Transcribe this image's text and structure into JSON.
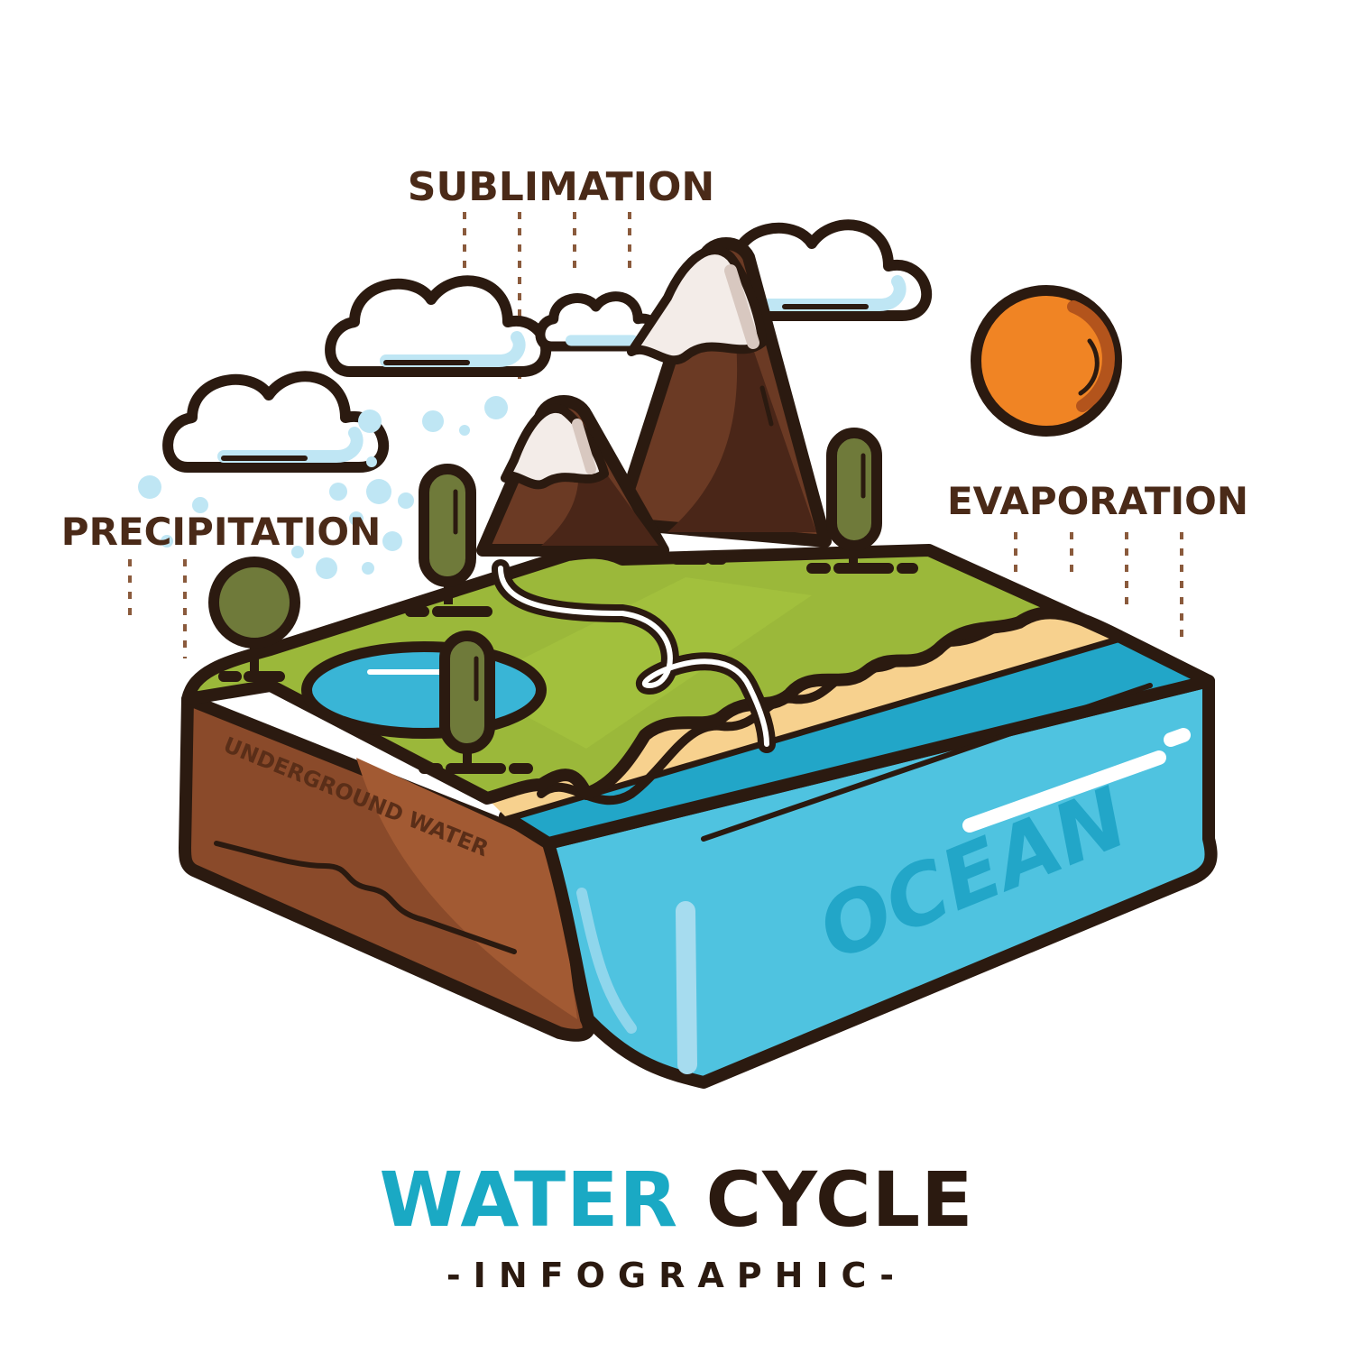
{
  "labels": {
    "sublimation": "SUBLIMATION",
    "precipitation": "PRECIPITATION",
    "evaporation": "EVAPORATION",
    "underground_water": "UNDERGROUND WATER",
    "ocean": "OCEAN"
  },
  "title": {
    "word1": "WATER",
    "word2": "CYCLE",
    "subtitle": "-INFOGRAPHIC-"
  },
  "colors": {
    "outline": "#2b1a10",
    "label_text": "#4a2a18",
    "grass": "#9bb83a",
    "soil": "#8a4a2a",
    "sand": "#f7d18e",
    "ocean": "#4fc3e0",
    "ocean_deep": "#22a6c8",
    "mountain": "#6b3a24",
    "snow": "#f3ece8",
    "tree": "#6f7a3a",
    "cloud_shade": "#bfe6f4",
    "sun": "#f08424",
    "title_accent": "#1aa9c4"
  }
}
